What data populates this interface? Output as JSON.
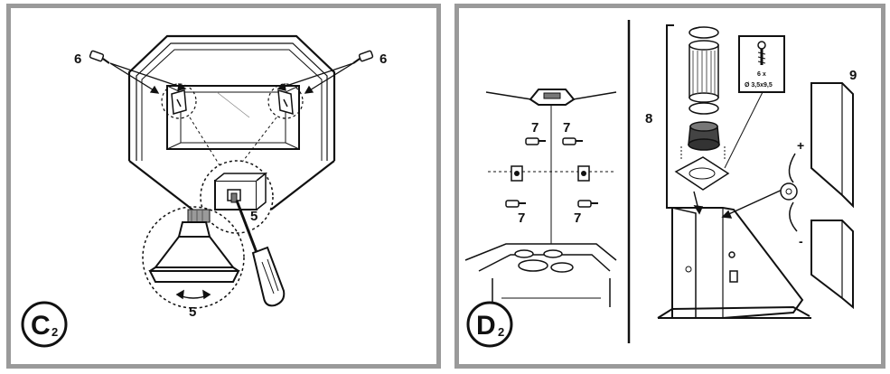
{
  "panel_c": {
    "badge_letter": "C",
    "badge_sub": "2",
    "label_6_left": "6",
    "label_6_right": "6",
    "label_5_zoom": "5",
    "label_5_rotate": "5"
  },
  "panel_d": {
    "badge_letter": "D",
    "badge_sub": "2",
    "label_7_tl": "7",
    "label_7_tr": "7",
    "label_7_bl": "7",
    "label_7_br": "7",
    "label_8": "8",
    "label_9": "9",
    "screw_qty": "6 x",
    "screw_spec": "Ø 3,5x9,5",
    "plus": "+",
    "minus": "-"
  }
}
